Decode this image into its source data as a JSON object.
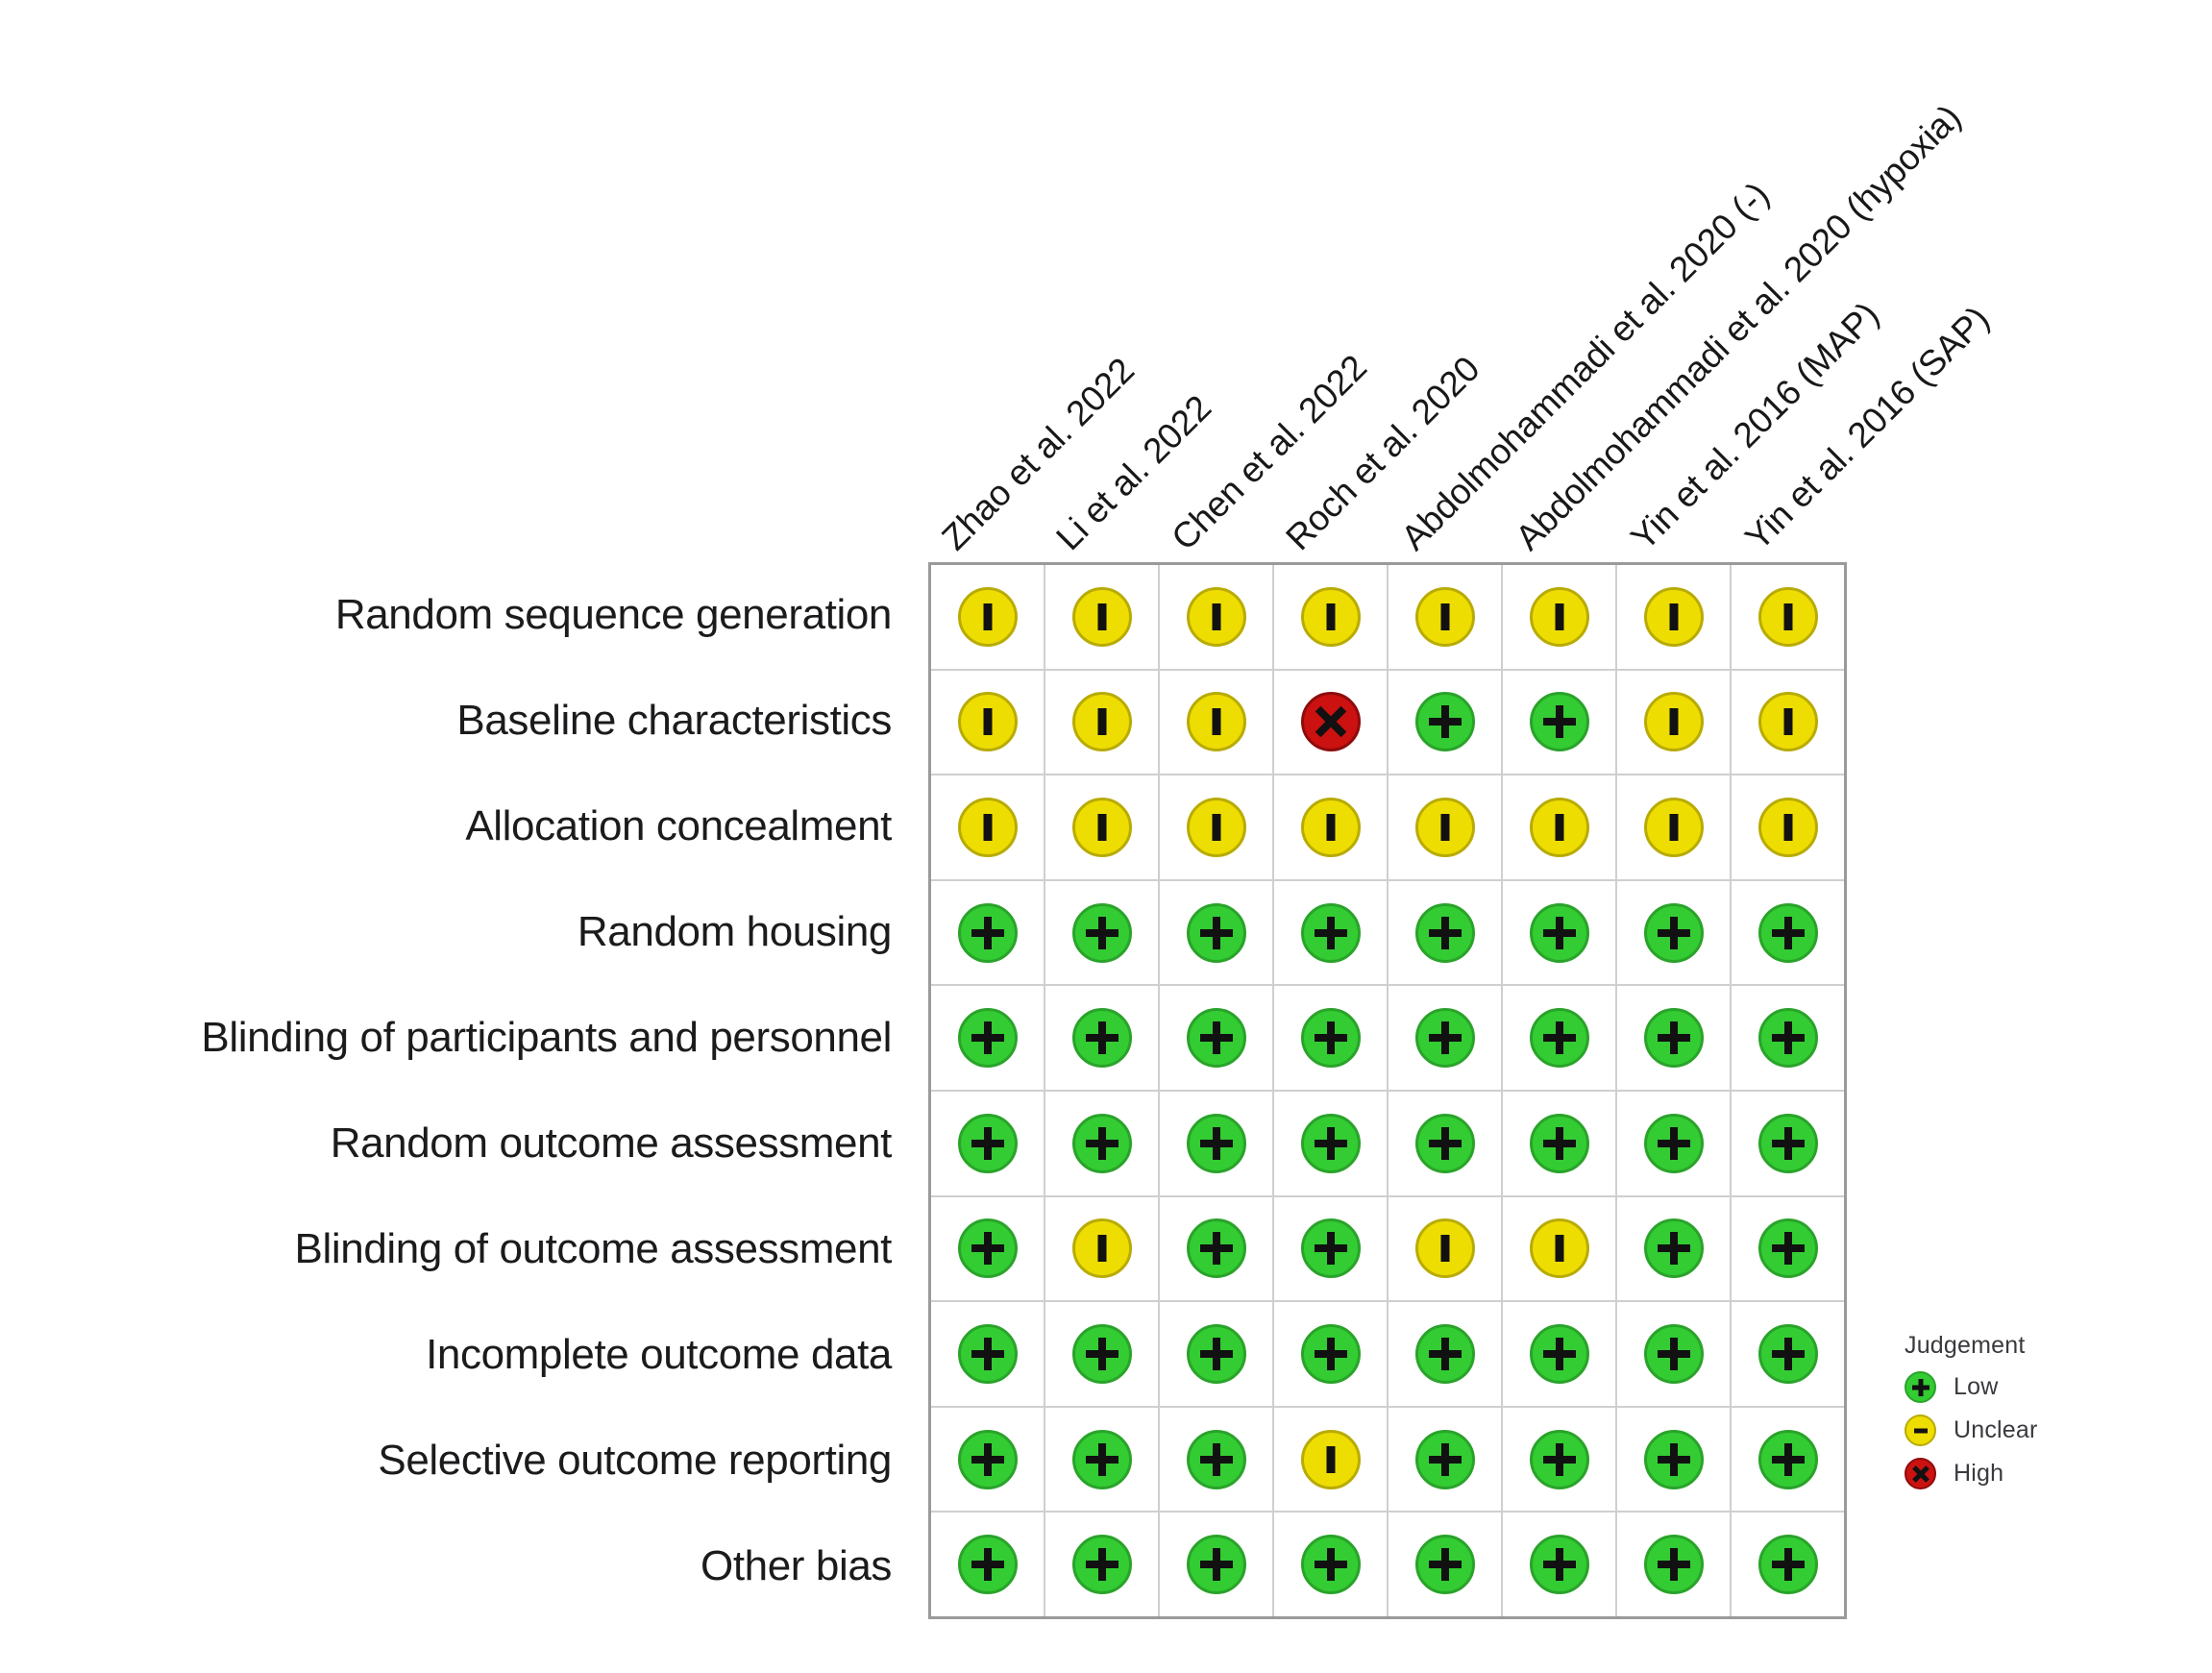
{
  "chart_data": {
    "type": "heatmap",
    "title": "",
    "xlabel": "",
    "ylabel": "",
    "grid": true,
    "legend_position": "right",
    "categories": [
      "Zhao et al. 2022",
      "Li et al. 2022",
      "Chen et al. 2022",
      "Roch et al. 2020",
      "Abdolmohammadi et al. 2020 (-)",
      "Abdolmohammadi et al. 2020 (hypoxia)",
      "Yin et al. 2016 (MAP)",
      "Yin et al. 2016 (SAP)"
    ],
    "domains": [
      "Random sequence generation",
      "Baseline characteristics",
      "Allocation concealment",
      "Random housing",
      "Blinding of participants and personnel",
      "Random outcome assessment",
      "Blinding of outcome assessment",
      "Incomplete outcome data",
      "Selective outcome reporting",
      "Other bias"
    ],
    "judgement_values": {
      "low": "Low",
      "unclear": "Unclear",
      "high": "High"
    },
    "values": [
      [
        "unclear",
        "unclear",
        "unclear",
        "unclear",
        "unclear",
        "unclear",
        "unclear",
        "unclear"
      ],
      [
        "unclear",
        "unclear",
        "unclear",
        "high",
        "low",
        "low",
        "unclear",
        "unclear"
      ],
      [
        "unclear",
        "unclear",
        "unclear",
        "unclear",
        "unclear",
        "unclear",
        "unclear",
        "unclear"
      ],
      [
        "low",
        "low",
        "low",
        "low",
        "low",
        "low",
        "low",
        "low"
      ],
      [
        "low",
        "low",
        "low",
        "low",
        "low",
        "low",
        "low",
        "low"
      ],
      [
        "low",
        "low",
        "low",
        "low",
        "low",
        "low",
        "low",
        "low"
      ],
      [
        "low",
        "unclear",
        "low",
        "low",
        "unclear",
        "unclear",
        "low",
        "low"
      ],
      [
        "low",
        "low",
        "low",
        "low",
        "low",
        "low",
        "low",
        "low"
      ],
      [
        "low",
        "low",
        "low",
        "unclear",
        "low",
        "low",
        "low",
        "low"
      ],
      [
        "low",
        "low",
        "low",
        "low",
        "low",
        "low",
        "low",
        "low"
      ]
    ],
    "colors": {
      "low": "#33CC33",
      "unclear": "#EEDD00",
      "high": "#CC1111",
      "grid_line": "#cfcfcf",
      "border": "#9a9a9a",
      "text": "#1b1b1d",
      "background": "#ffffff"
    }
  },
  "legend": {
    "title": "Judgement",
    "items": [
      {
        "label": "Low",
        "level": "low",
        "icon": "plus-circle-icon"
      },
      {
        "label": "Unclear",
        "level": "unclear",
        "icon": "minus-circle-icon"
      },
      {
        "label": "High",
        "level": "high",
        "icon": "cross-circle-icon"
      }
    ]
  }
}
